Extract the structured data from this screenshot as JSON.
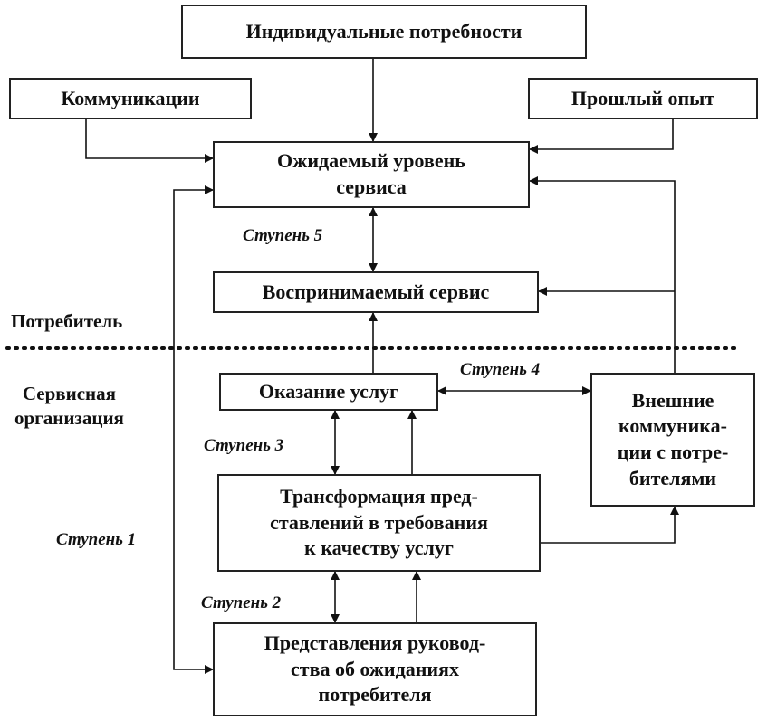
{
  "boxes": {
    "individual_needs": "Индивидуальные потребности",
    "communications": "Коммуникации",
    "past_experience": "Прошлый опыт",
    "expected_service": [
      "Ожидаемый уровень",
      "сервиса"
    ],
    "perceived_service": "Воспринимаемый сервис",
    "service_delivery": "Оказание услуг",
    "external_communications": [
      "Внешние",
      "коммуника-",
      "ции с потре-",
      "бителями"
    ],
    "transformation": [
      "Трансформация пред-",
      "ставлений в требования",
      "к качеству услуг"
    ],
    "management_perceptions": [
      "Представления руковод-",
      "ства об ожиданиях",
      "потребителя"
    ]
  },
  "zones": {
    "consumer": "Потребитель",
    "service_org": [
      "Сервисная",
      "организация"
    ]
  },
  "steps": {
    "step1": "Ступень 1",
    "step2": "Ступень 2",
    "step3": "Ступень 3",
    "step4": "Ступень 4",
    "step5": "Ступень 5"
  }
}
